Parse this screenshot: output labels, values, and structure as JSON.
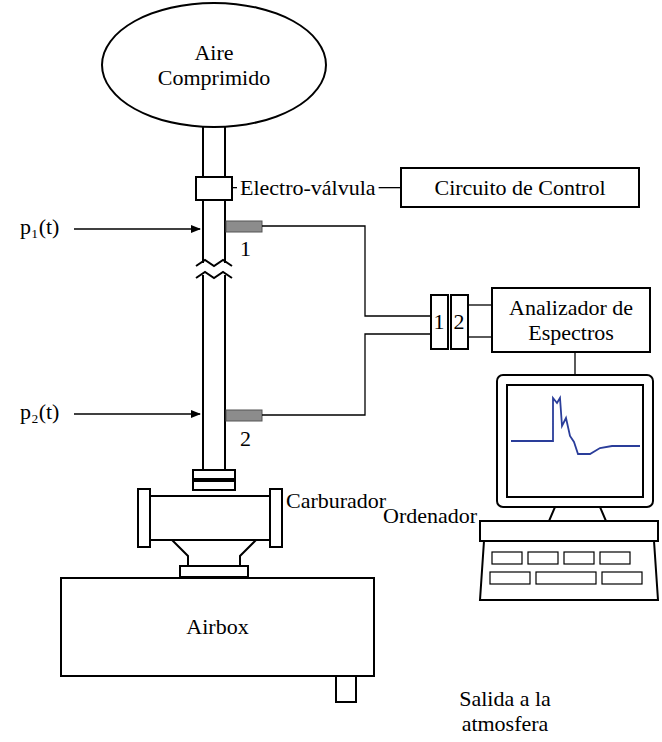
{
  "diagram": {
    "nodes": [
      {
        "text": [
          "Aire Comprimido"
        ]
      },
      {
        "text": [
          "Circuito de Control"
        ]
      },
      {
        "text": [
          "1"
        ]
      },
      {
        "text": [
          "2"
        ]
      },
      {
        "text": [
          "Analizador de Espectros"
        ]
      },
      {
        "text": [
          "Airbox"
        ]
      }
    ],
    "edges": [
      {
        "from": 3,
        "to": 4,
        "arrow": "none"
      }
    ],
    "labels": [
      "Electro-válvula",
      "p₁(t)",
      "1",
      "p₂(t)",
      "2",
      "Carburador",
      "Ordenador",
      "Salida a la atmosfera"
    ]
  }
}
